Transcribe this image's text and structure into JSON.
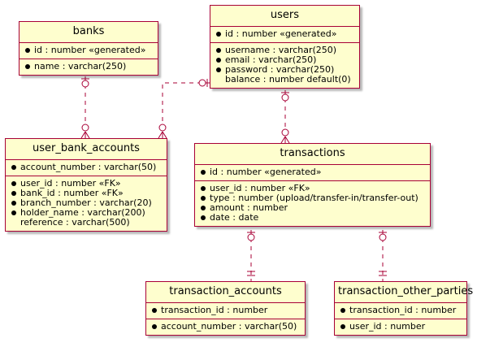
{
  "entities": {
    "banks": {
      "name": "banks",
      "pk": [
        {
          "text": "id : number «generated»",
          "mandatory": true
        }
      ],
      "attrs": [
        {
          "text": "name : varchar(250)",
          "mandatory": true
        }
      ]
    },
    "users": {
      "name": "users",
      "pk": [
        {
          "text": "id : number «generated»",
          "mandatory": true
        }
      ],
      "attrs": [
        {
          "text": "username : varchar(250)",
          "mandatory": true
        },
        {
          "text": "email : varchar(250)",
          "mandatory": true
        },
        {
          "text": "password : varchar(250)",
          "mandatory": true
        },
        {
          "text": "balance : number default(0)",
          "mandatory": false
        }
      ]
    },
    "user_bank_accounts": {
      "name": "user_bank_accounts",
      "pk": [
        {
          "text": "account_number : varchar(50)",
          "mandatory": true
        }
      ],
      "attrs": [
        {
          "text": "user_id : number «FK»",
          "mandatory": true
        },
        {
          "text": "bank_id : number «FK»",
          "mandatory": true
        },
        {
          "text": "branch_number : varchar(20)",
          "mandatory": true
        },
        {
          "text": "holder_name : varchar(200)",
          "mandatory": true
        },
        {
          "text": "reference : varchar(500)",
          "mandatory": false
        }
      ]
    },
    "transactions": {
      "name": "transactions",
      "pk": [
        {
          "text": "id : number «generated»",
          "mandatory": true
        }
      ],
      "attrs": [
        {
          "text": "user_id : number «FK»",
          "mandatory": true
        },
        {
          "text": "type : number (upload/transfer-in/transfer-out)",
          "mandatory": true
        },
        {
          "text": "amount : number",
          "mandatory": true
        },
        {
          "text": "date : date",
          "mandatory": true
        }
      ]
    },
    "transaction_accounts": {
      "name": "transaction_accounts",
      "pk": [
        {
          "text": "transaction_id : number",
          "mandatory": true
        }
      ],
      "attrs": [
        {
          "text": "account_number : varchar(50)",
          "mandatory": true
        }
      ]
    },
    "transaction_other_parties": {
      "name": "transaction_other_parties",
      "pk": [
        {
          "text": "transaction_id : number",
          "mandatory": true
        }
      ],
      "attrs": [
        {
          "text": "user_id : number",
          "mandatory": true
        }
      ]
    }
  },
  "relationships": [
    {
      "from": "banks",
      "to": "user_bank_accounts",
      "from_card": "zero-or-one",
      "to_card": "zero-or-many"
    },
    {
      "from": "users",
      "to": "user_bank_accounts",
      "from_card": "zero-or-one",
      "to_card": "zero-or-many"
    },
    {
      "from": "users",
      "to": "transactions",
      "from_card": "zero-or-one",
      "to_card": "zero-or-many"
    },
    {
      "from": "transactions",
      "to": "transaction_accounts",
      "from_card": "zero-or-one",
      "to_card": "exactly-one"
    },
    {
      "from": "transactions",
      "to": "transaction_other_parties",
      "from_card": "zero-or-one",
      "to_card": "exactly-one"
    }
  ],
  "colors": {
    "entity_fill": "#fefece",
    "entity_border": "#a80036",
    "line": "#a80036"
  }
}
